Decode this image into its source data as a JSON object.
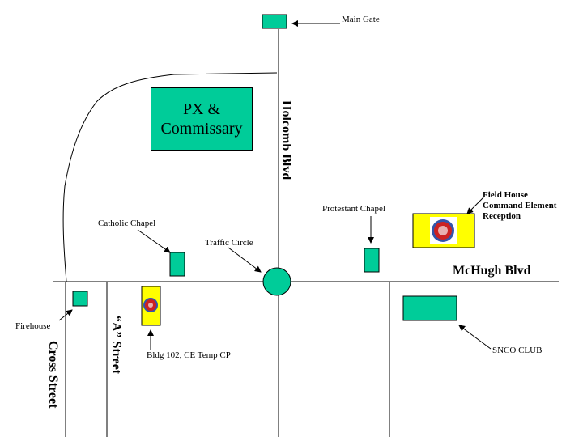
{
  "colors": {
    "building": "#00cc99",
    "highlight": "#ffff00",
    "line": "#000000",
    "emblem_red": "#cc2222",
    "emblem_blue": "#3355aa"
  },
  "labels": {
    "main_gate": "Main Gate",
    "px_line1": "PX &",
    "px_line2": "Commissary",
    "holcomb": "Holcomb Blvd",
    "field_house": [
      "Field House",
      "Command Element",
      "Reception"
    ],
    "protestant_chapel": "Protestant Chapel",
    "catholic_chapel": "Catholic Chapel",
    "traffic_circle": "Traffic Circle",
    "mchugh": "McHugh Blvd",
    "firehouse": "Firehouse",
    "a_street": "“A” Street",
    "cross_street": "Cross Street",
    "bldg102": "Bldg 102, CE Temp CP",
    "snco_club": "SNCO CLUB"
  },
  "icons": [
    "unit-emblem-icon"
  ]
}
